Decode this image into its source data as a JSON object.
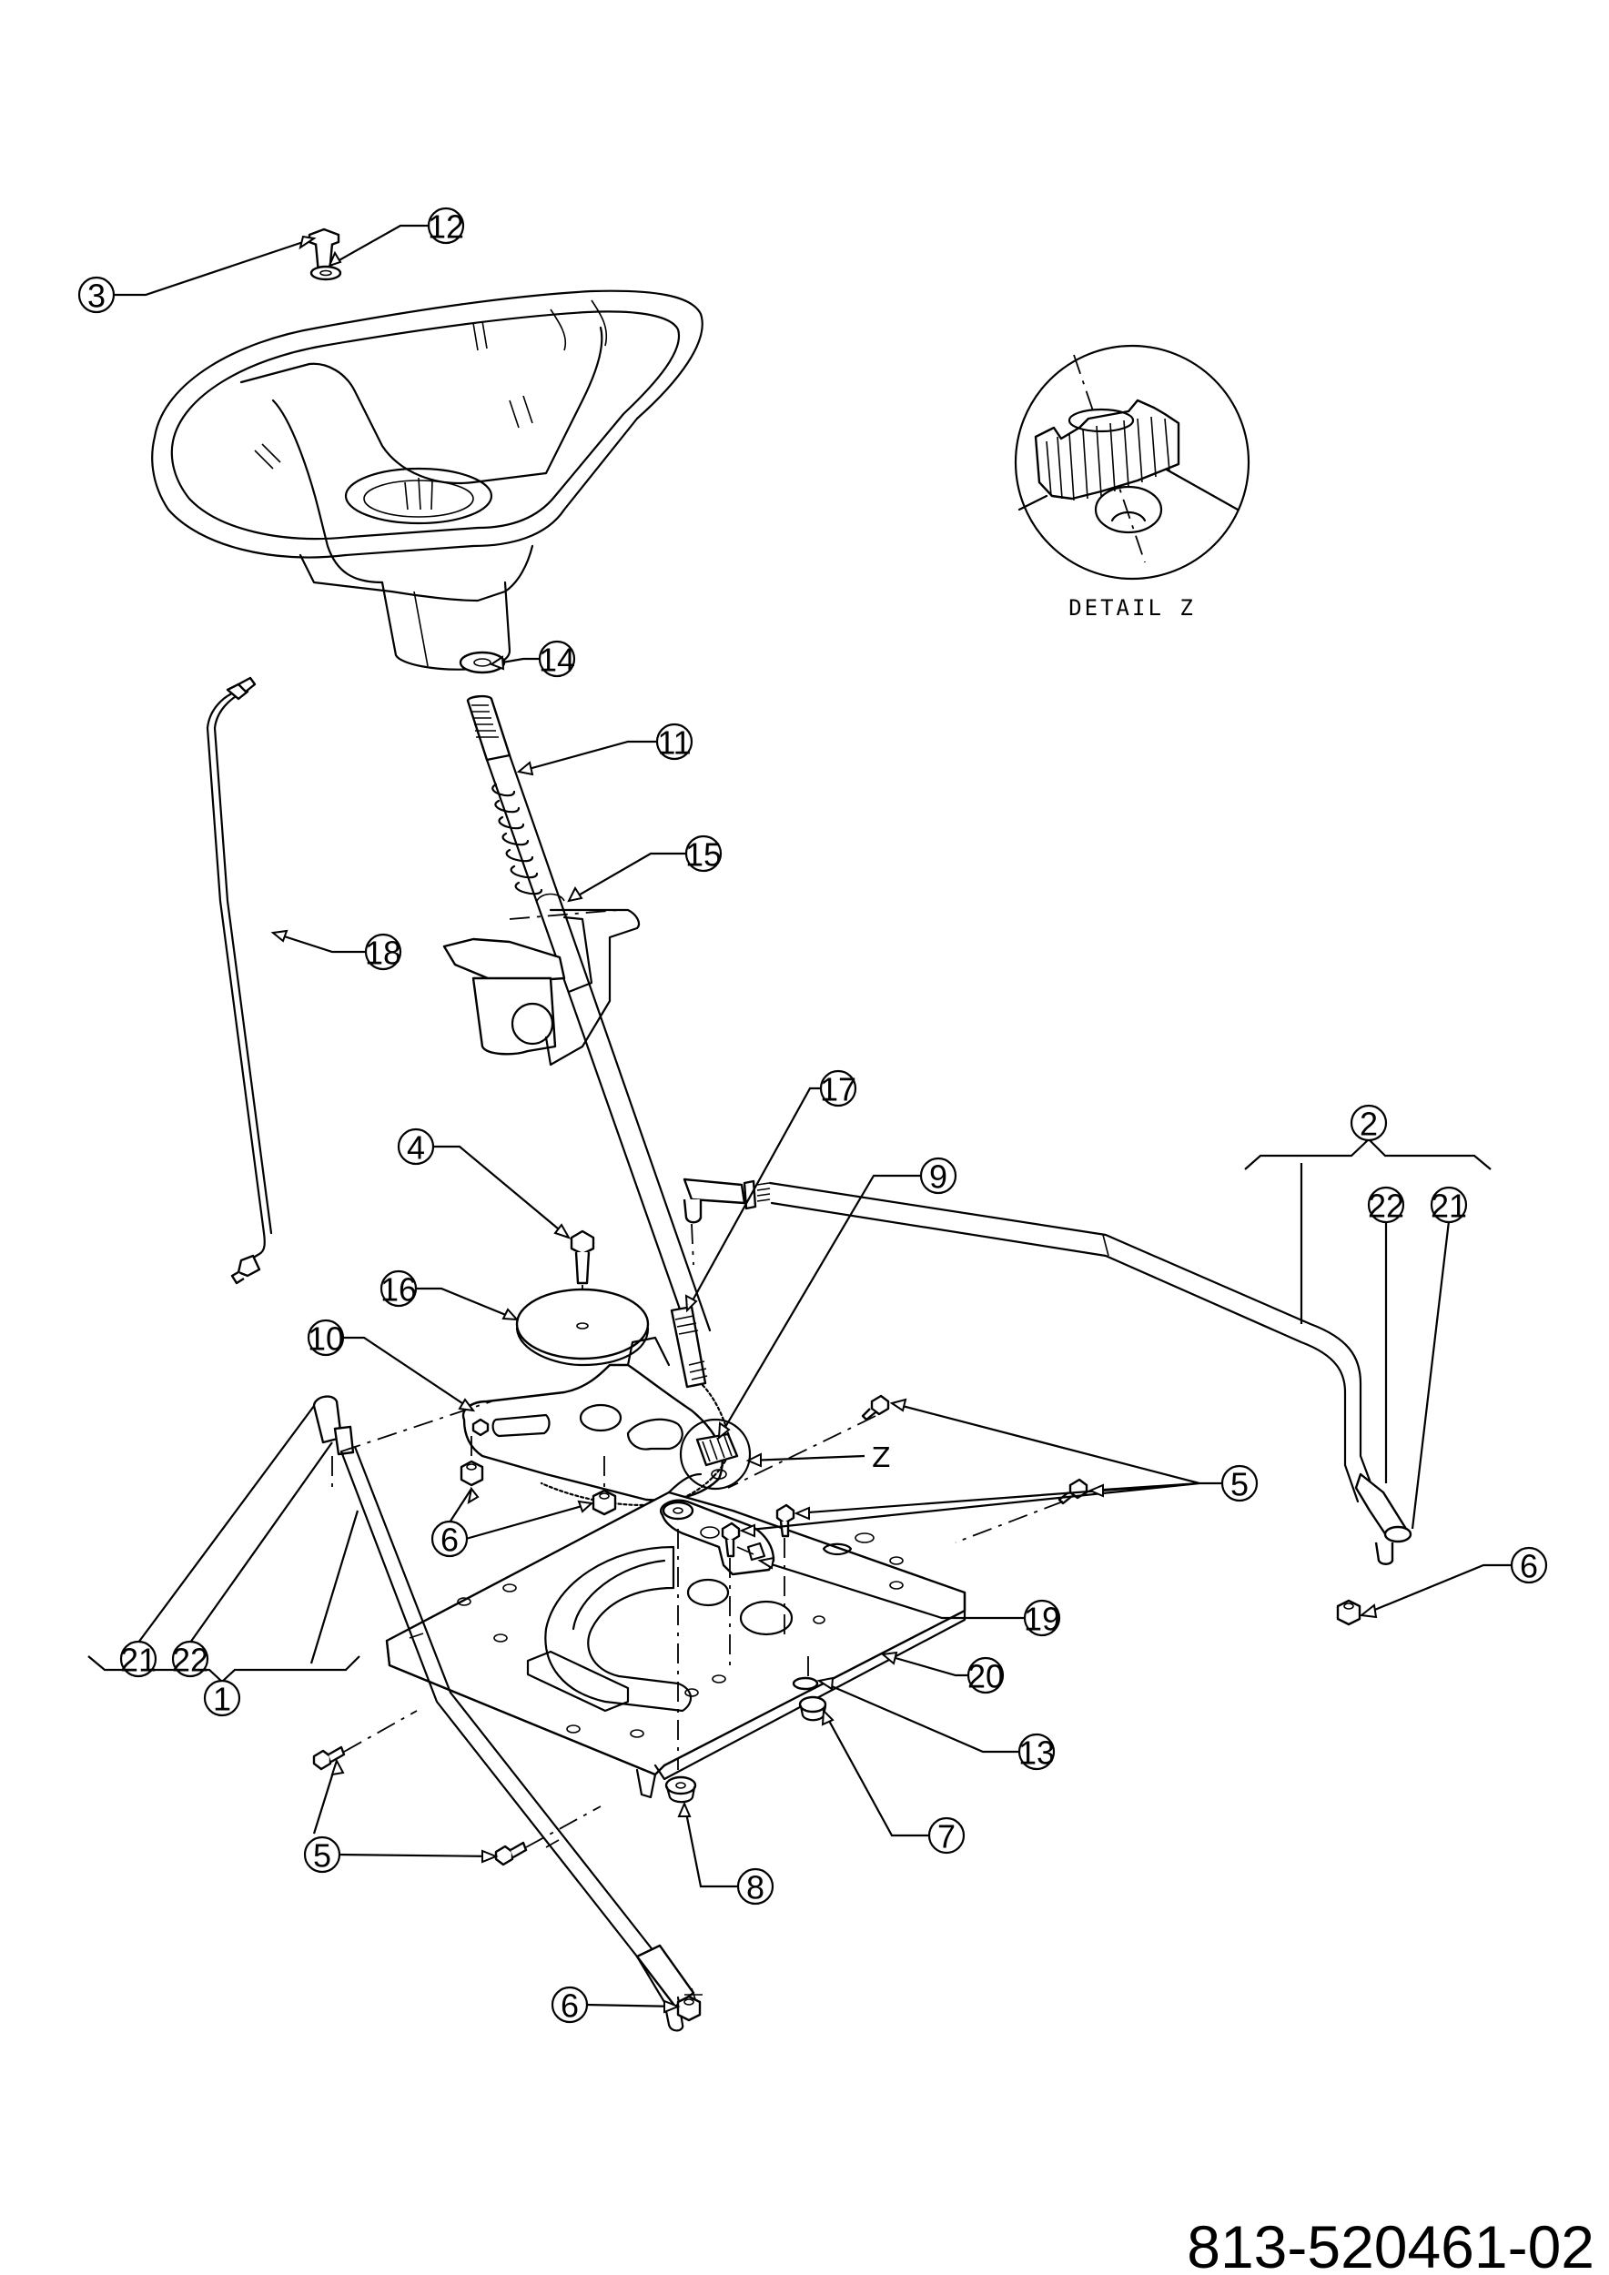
{
  "diagram": {
    "type": "exploded parts diagram",
    "subject": "steering assembly",
    "part_number": "813-520461-02",
    "detail": {
      "label": "DETAIL Z",
      "reference_letter": "Z"
    },
    "callouts": [
      {
        "id": "c3",
        "label": "3"
      },
      {
        "id": "c12",
        "label": "12"
      },
      {
        "id": "c14",
        "label": "14"
      },
      {
        "id": "c11",
        "label": "11"
      },
      {
        "id": "c15",
        "label": "15"
      },
      {
        "id": "c18",
        "label": "18"
      },
      {
        "id": "c17",
        "label": "17"
      },
      {
        "id": "c9",
        "label": "9"
      },
      {
        "id": "c4",
        "label": "4"
      },
      {
        "id": "c16",
        "label": "16"
      },
      {
        "id": "c10",
        "label": "10"
      },
      {
        "id": "c2",
        "label": "2"
      },
      {
        "id": "c22r",
        "label": "22"
      },
      {
        "id": "c21r",
        "label": "21"
      },
      {
        "id": "c5r",
        "label": "5"
      },
      {
        "id": "c6m",
        "label": "6"
      },
      {
        "id": "c19",
        "label": "19"
      },
      {
        "id": "c20",
        "label": "20"
      },
      {
        "id": "c13",
        "label": "13"
      },
      {
        "id": "c7",
        "label": "7"
      },
      {
        "id": "c6r",
        "label": "6"
      },
      {
        "id": "c21l",
        "label": "21"
      },
      {
        "id": "c22l",
        "label": "22"
      },
      {
        "id": "c1",
        "label": "1"
      },
      {
        "id": "c5l",
        "label": "5"
      },
      {
        "id": "c8",
        "label": "8"
      },
      {
        "id": "c6b",
        "label": "6"
      }
    ]
  }
}
